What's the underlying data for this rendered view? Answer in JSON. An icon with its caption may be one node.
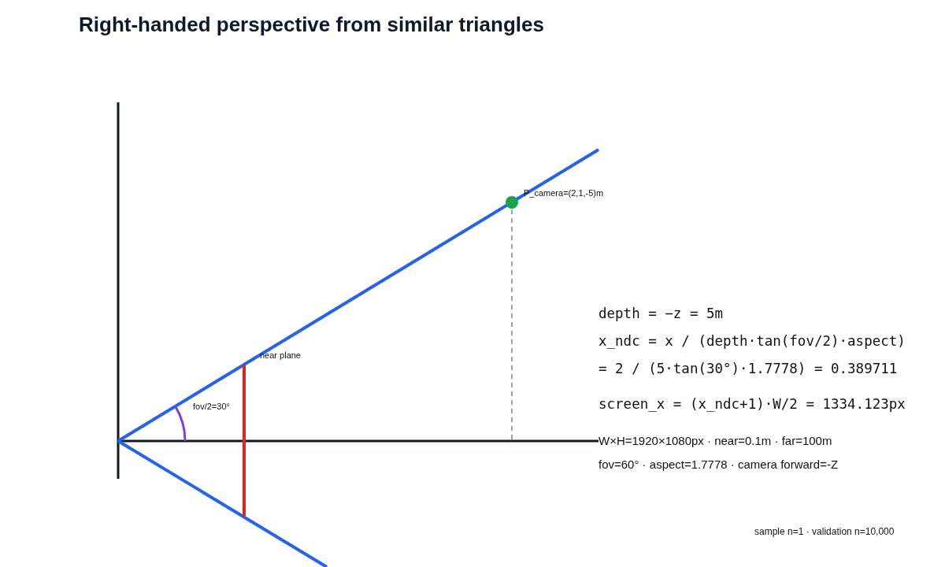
{
  "diagram": {
    "title": "Right-handed perspective from similar triangles",
    "labels": [
      "P_camera=(2,1,-5)m",
      "near plane",
      "fov/2=30°",
      "depth = −z = 5m",
      "x_ndc = x / (depth·tan(fov/2)·aspect)",
      "= 2 / (5·tan(30°)·1.7778) = 0.389711",
      "screen_x = (x_ndc+1)·W/2 = 1334.123px",
      "W×H=1920×1080px · near=0.1m · far=100m",
      "fov=60° · aspect=1.7778 · camera forward=-Z",
      "sample n=1 · validation n=10,000"
    ]
  }
}
